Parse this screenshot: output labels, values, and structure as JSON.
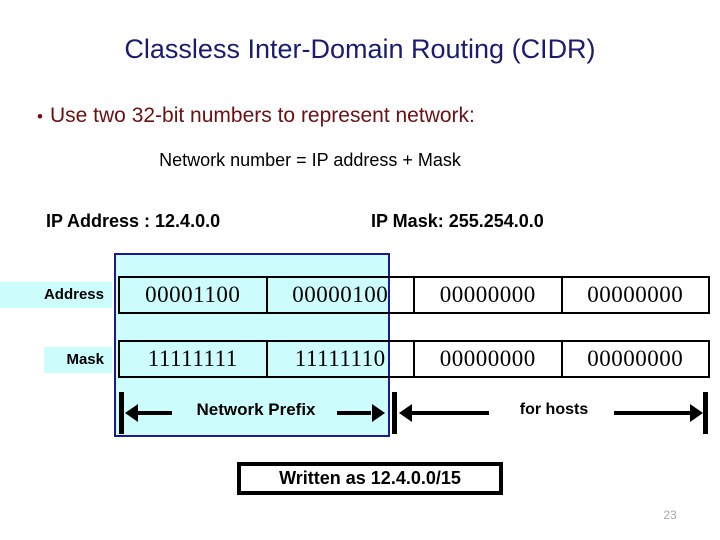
{
  "slide": {
    "title": "Classless Inter-Domain Routing (CIDR)",
    "page_number": "23",
    "colors": {
      "title": "#1b1b6f",
      "bullet_text": "#6b1111",
      "highlight_fill": "#ccfcfc",
      "highlight_border": "#1b1b8f",
      "body_text": "#000000",
      "page_number": "#a9a9a9"
    }
  },
  "bullet": {
    "marker": "•",
    "text": "Use two 32-bit numbers to represent network:"
  },
  "subline": {
    "text": "Network number = IP address + Mask"
  },
  "headers": {
    "ip_address": "IP Address : 12.4.0.0",
    "ip_mask": "IP  Mask: 255.254.0.0"
  },
  "table": {
    "rows": [
      {
        "label": "Address",
        "octets": [
          "00001100",
          "00000100",
          "00000000",
          "00000000"
        ]
      },
      {
        "label": "Mask",
        "octets": [
          "11111111",
          "11111110",
          "00000000",
          "00000000"
        ]
      }
    ]
  },
  "spans": {
    "network_prefix": "Network Prefix",
    "for_hosts": "for hosts"
  },
  "written_as": {
    "text": "Written as 12.4.0.0/15"
  }
}
